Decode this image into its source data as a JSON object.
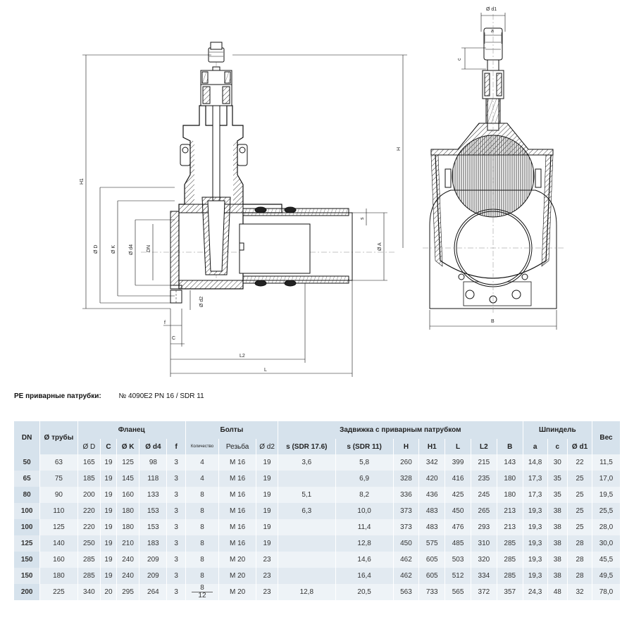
{
  "drawing": {
    "labels": {
      "H1": "H1",
      "H": "H",
      "D": "Ø D",
      "K": "Ø K",
      "d4": "Ø d4",
      "DN": "DN",
      "d2": "Ø d2",
      "A": "Ø A",
      "s": "s",
      "f": "f",
      "C": "C",
      "L2": "L2",
      "L": "L",
      "B": "B",
      "d1": "Ø d1",
      "a": "a",
      "c": "c"
    }
  },
  "pe": {
    "label": "PE приварные патрубки:",
    "value": "№ 4090E2  PN 16 / SDR 11"
  },
  "table": {
    "groups": {
      "dn": "DN",
      "pipe": "Ø трубы",
      "flange": "Фланец",
      "bolts": "Болты",
      "valve": "Задвижка с приварным патрубком",
      "spindle": "Шпиндель",
      "weight": "Вес"
    },
    "sub": {
      "D": "Ø D",
      "C": "C",
      "K": "Ø K",
      "d4": "Ø d4",
      "f": "f",
      "qty": "Количество",
      "thread": "Резьба",
      "d2": "Ø d2",
      "s176": "s (SDR 17.6)",
      "s11": "s (SDR 11)",
      "H": "H",
      "H1": "H1",
      "L": "L",
      "L2": "L2",
      "B": "B",
      "a": "a",
      "c": "c",
      "d1": "Ø d1"
    },
    "rows": [
      {
        "dn": "50",
        "pipe": "63",
        "D": "165",
        "C": "19",
        "K": "125",
        "d4": "98",
        "f": "3",
        "qty": "4",
        "qty2": "",
        "thread": "M 16",
        "d2": "19",
        "s176": "3,6",
        "s11": "5,8",
        "H": "260",
        "H1": "342",
        "L": "399",
        "L2": "215",
        "B": "143",
        "a": "14,8",
        "c": "30",
        "d1": "22",
        "w": "11,5"
      },
      {
        "dn": "65",
        "pipe": "75",
        "D": "185",
        "C": "19",
        "K": "145",
        "d4": "118",
        "f": "3",
        "qty": "4",
        "qty2": "",
        "thread": "M 16",
        "d2": "19",
        "s176": "",
        "s11": "6,9",
        "H": "328",
        "H1": "420",
        "L": "416",
        "L2": "235",
        "B": "180",
        "a": "17,3",
        "c": "35",
        "d1": "25",
        "w": "17,0"
      },
      {
        "dn": "80",
        "pipe": "90",
        "D": "200",
        "C": "19",
        "K": "160",
        "d4": "133",
        "f": "3",
        "qty": "8",
        "qty2": "",
        "thread": "M 16",
        "d2": "19",
        "s176": "5,1",
        "s11": "8,2",
        "H": "336",
        "H1": "436",
        "L": "425",
        "L2": "245",
        "B": "180",
        "a": "17,3",
        "c": "35",
        "d1": "25",
        "w": "19,5"
      },
      {
        "dn": "100",
        "pipe": "110",
        "D": "220",
        "C": "19",
        "K": "180",
        "d4": "153",
        "f": "3",
        "qty": "8",
        "qty2": "",
        "thread": "M 16",
        "d2": "19",
        "s176": "6,3",
        "s11": "10,0",
        "H": "373",
        "H1": "483",
        "L": "450",
        "L2": "265",
        "B": "213",
        "a": "19,3",
        "c": "38",
        "d1": "25",
        "w": "25,5"
      },
      {
        "dn": "100",
        "pipe": "125",
        "D": "220",
        "C": "19",
        "K": "180",
        "d4": "153",
        "f": "3",
        "qty": "8",
        "qty2": "",
        "thread": "M 16",
        "d2": "19",
        "s176": "",
        "s11": "11,4",
        "H": "373",
        "H1": "483",
        "L": "476",
        "L2": "293",
        "B": "213",
        "a": "19,3",
        "c": "38",
        "d1": "25",
        "w": "28,0"
      },
      {
        "dn": "125",
        "pipe": "140",
        "D": "250",
        "C": "19",
        "K": "210",
        "d4": "183",
        "f": "3",
        "qty": "8",
        "qty2": "",
        "thread": "M 16",
        "d2": "19",
        "s176": "",
        "s11": "12,8",
        "H": "450",
        "H1": "575",
        "L": "485",
        "L2": "310",
        "B": "285",
        "a": "19,3",
        "c": "38",
        "d1": "28",
        "w": "30,0"
      },
      {
        "dn": "150",
        "pipe": "160",
        "D": "285",
        "C": "19",
        "K": "240",
        "d4": "209",
        "f": "3",
        "qty": "8",
        "qty2": "",
        "thread": "M 20",
        "d2": "23",
        "s176": "",
        "s11": "14,6",
        "H": "462",
        "H1": "605",
        "L": "503",
        "L2": "320",
        "B": "285",
        "a": "19,3",
        "c": "38",
        "d1": "28",
        "w": "45,5"
      },
      {
        "dn": "150",
        "pipe": "180",
        "D": "285",
        "C": "19",
        "K": "240",
        "d4": "209",
        "f": "3",
        "qty": "8",
        "qty2": "",
        "thread": "M 20",
        "d2": "23",
        "s176": "",
        "s11": "16,4",
        "H": "462",
        "H1": "605",
        "L": "512",
        "L2": "334",
        "B": "285",
        "a": "19,3",
        "c": "38",
        "d1": "28",
        "w": "49,5"
      },
      {
        "dn": "200",
        "pipe": "225",
        "D": "340",
        "C": "20",
        "K": "295",
        "d4": "264",
        "f": "3",
        "qty": "8",
        "qty2": "12",
        "thread": "M 20",
        "d2": "23",
        "s176": "12,8",
        "s11": "20,5",
        "H": "563",
        "H1": "733",
        "L": "565",
        "L2": "372",
        "B": "357",
        "a": "24,3",
        "c": "48",
        "d1": "32",
        "w": "78,0"
      }
    ]
  }
}
